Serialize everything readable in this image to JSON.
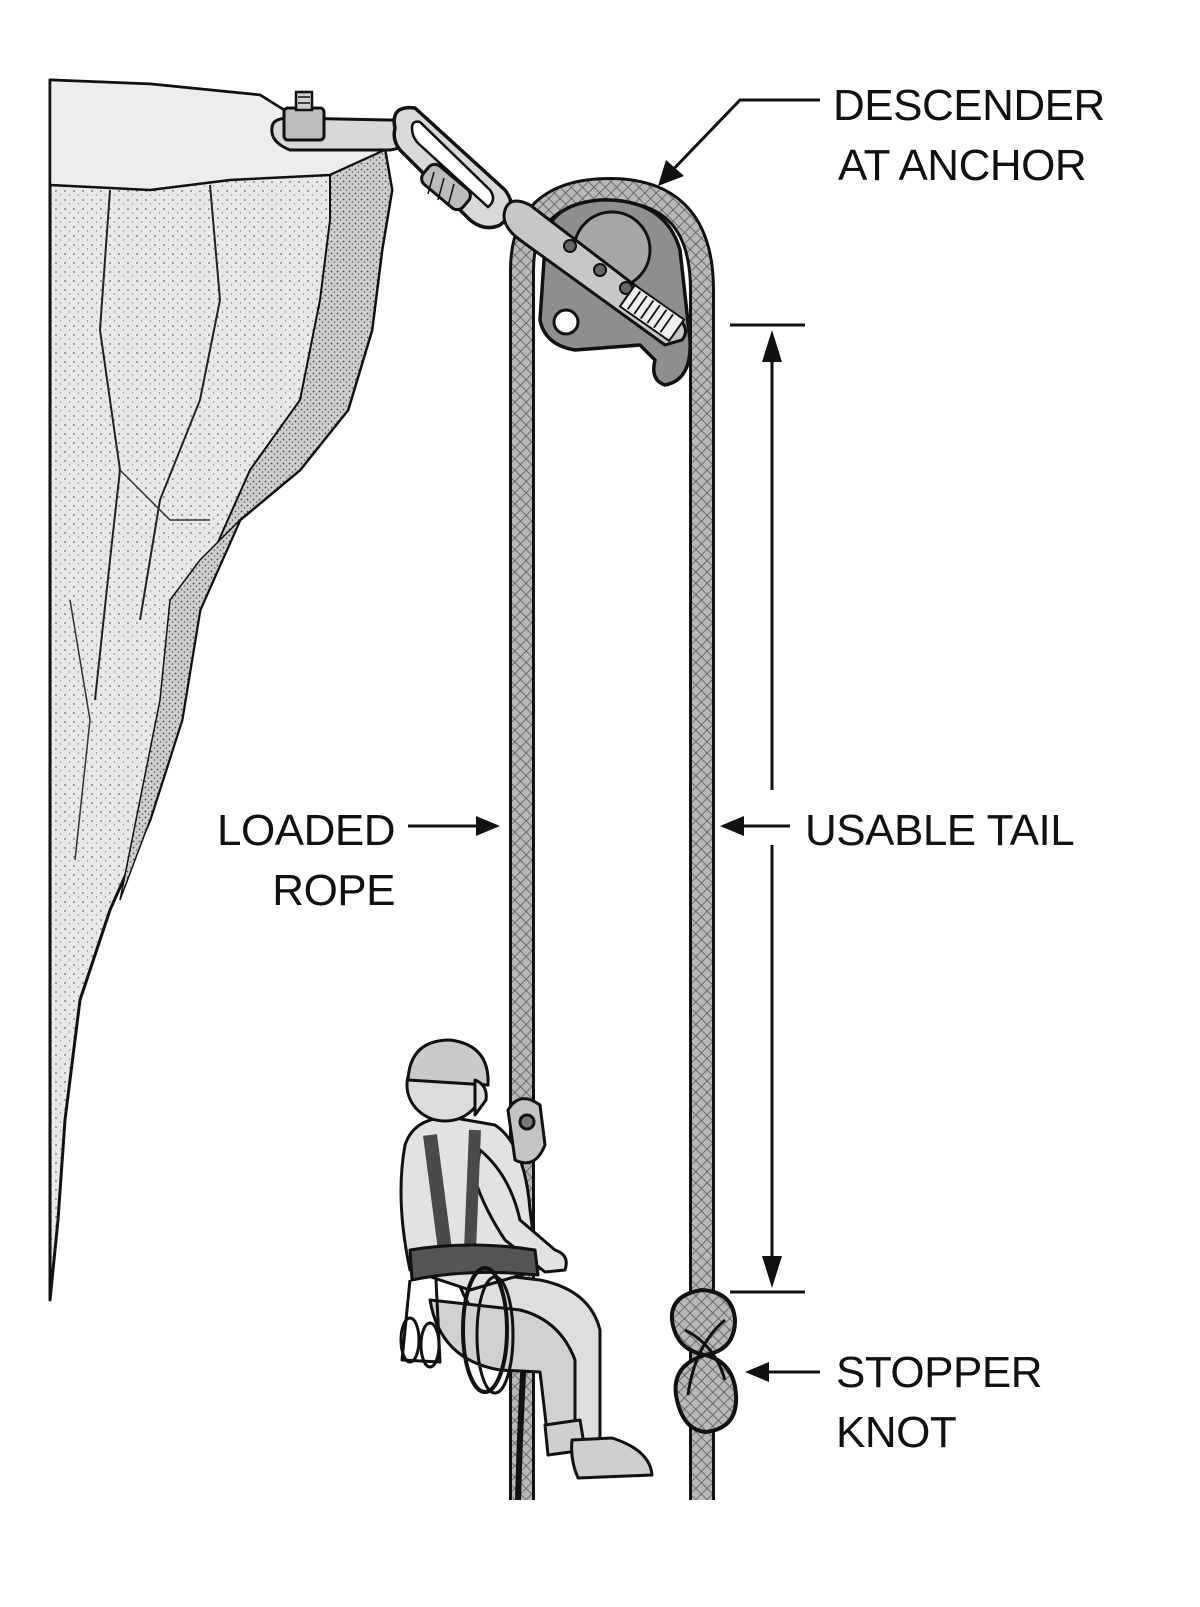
{
  "labels": {
    "descender": [
      "DESCENDER",
      "AT ANCHOR"
    ],
    "loaded_rope": [
      "LOADED",
      "ROPE"
    ],
    "usable_tail": [
      "USABLE TAIL"
    ],
    "stopper_knot": [
      "STOPPER",
      "KNOT"
    ]
  },
  "colors": {
    "ink": "#111111",
    "rock": "#e6e6e6",
    "rock_shadow": "#c8c8c8",
    "rope": "#a9a9a9",
    "device": "#8c8c8c",
    "metal": "#d4d4d4",
    "clothing": "#dedede"
  },
  "icons": {
    "anchor": "bolt-hanger-icon",
    "connector": "carabiner-icon",
    "device": "descender-device-icon",
    "person": "rope-access-worker-icon",
    "knot": "figure-eight-knot-icon"
  }
}
